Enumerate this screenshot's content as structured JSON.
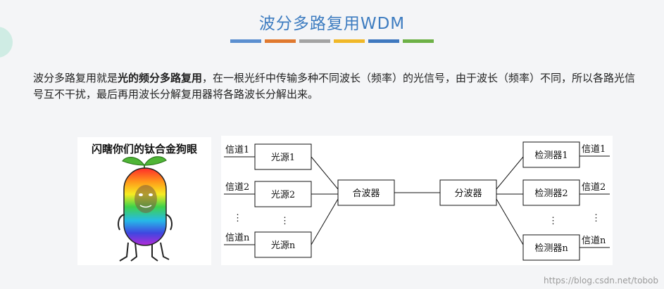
{
  "slide": {
    "title": "波分多路复用WDM",
    "title_bar_colors": [
      "#5b8fd0",
      "#e0792f",
      "#a3a3a3",
      "#f0b828",
      "#3f78bf",
      "#6db146"
    ],
    "intro_part1": "波分多路复用就是",
    "intro_bold": "光的频分多路复用",
    "intro_part2": "，在一根光纤中传输多种不同波长（频率）的光信号，由于波长（频率）不同，所以各路光信号互不干扰，最后再用波长分解复用器将各路波长分解出来。"
  },
  "meme": {
    "caption": "闪瞎你们的钛合金狗眼"
  },
  "diagram": {
    "left_channels": [
      "信道1",
      "信道2",
      "信道n"
    ],
    "sources": [
      "光源1",
      "光源2",
      "光源n"
    ],
    "multiplexer": "合波器",
    "demultiplexer": "分波器",
    "detectors": [
      "检测器1",
      "检测器2",
      "检测器n"
    ],
    "right_channels": [
      "信道1",
      "信道2",
      "信道n"
    ],
    "ellipsis": "⋮"
  },
  "watermark": "https://blog.csdn.net/tobob"
}
